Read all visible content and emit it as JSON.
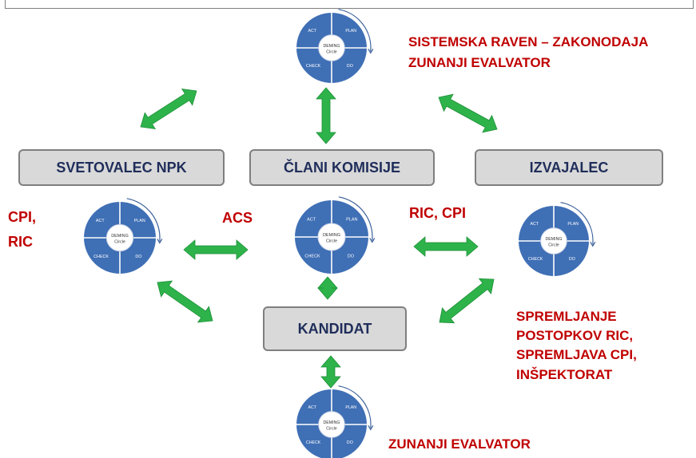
{
  "boxes": {
    "svetovalec": "SVETOVALEC NPK",
    "clani": "ČLANI KOMISIJE",
    "izvajalec": "IZVAJALEC",
    "kandidat": "KANDIDAT"
  },
  "labels": {
    "sistemska_1": "SISTEMSKA RAVEN – ZAKONODAJA",
    "sistemska_2": "ZUNANJI EVALVATOR",
    "cpi_1": "CPI,",
    "cpi_2": "RIC",
    "acs": "ACS",
    "ric_cpi": "RIC, CPI",
    "spremljanje_1": "SPREMLJANJE",
    "spremljanje_2": "POSTOPKOV RIC,",
    "spremljanje_3": "SPREMLJAVA CPI,",
    "spremljanje_4": "INŠPEKTORAT",
    "zunanji": "ZUNANJI EVALVATOR"
  },
  "deming": {
    "center_1": "DEMING",
    "center_2": "Circle",
    "act": "ACT",
    "plan": "PLAN",
    "check": "CHECK",
    "do": "DO"
  },
  "colors": {
    "circle_blue": "#3f6fb5",
    "arrow_green": "#2db34a",
    "label_red": "#c00000",
    "box_fill": "#d9d9d9",
    "box_text": "#1f2d5a"
  }
}
